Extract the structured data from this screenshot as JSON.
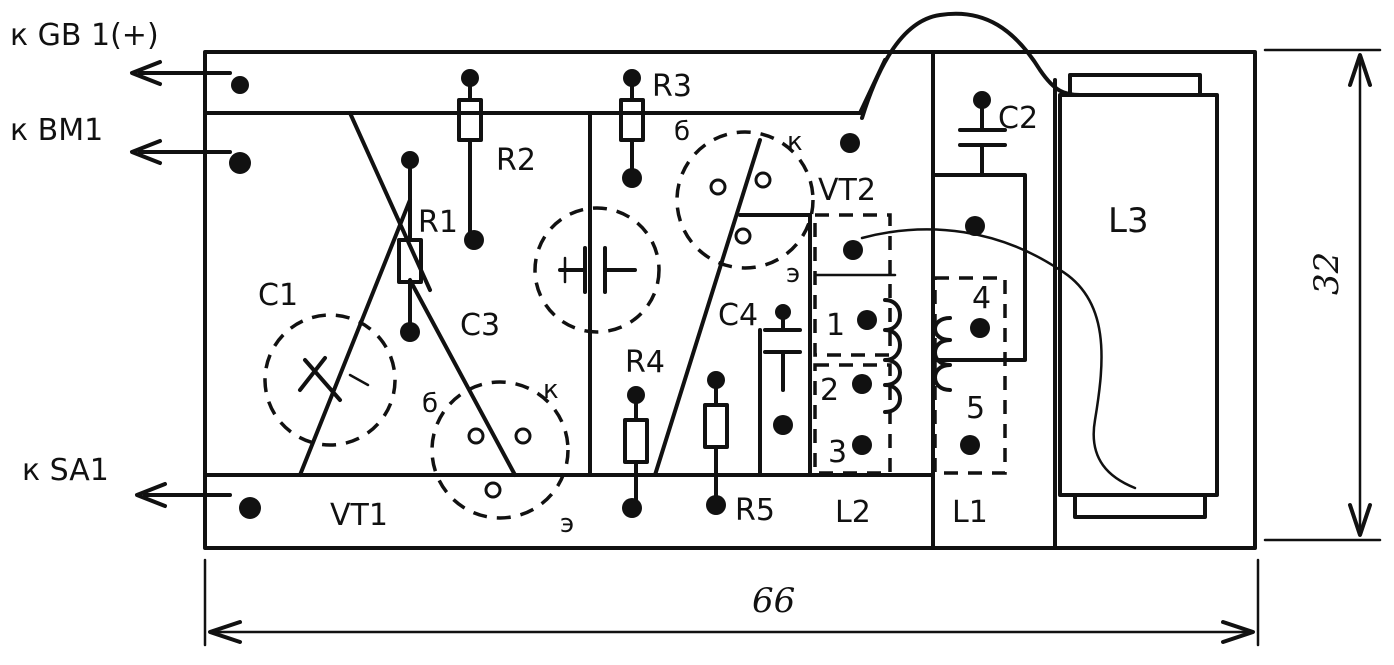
{
  "connections": {
    "gb1": "к GB 1(+)",
    "bm1": "к BM1",
    "sa1": "к SA1"
  },
  "labels": {
    "r1": "R1",
    "r2": "R2",
    "r3": "R3",
    "r4": "R4",
    "r5": "R5",
    "c1": "C1",
    "c2": "C2",
    "c3": "C3",
    "c4": "C4",
    "vt1": "VT1",
    "vt2": "VT2",
    "l1": "L1",
    "l2": "L2",
    "l3": "L3",
    "vt1_base": "б",
    "vt1_collector": "к",
    "vt1_emitter": "э",
    "vt2_base": "б",
    "vt2_collector": "к",
    "vt2_emitter": "э",
    "pin1": "1",
    "pin2": "2",
    "pin3": "3",
    "pin4": "4",
    "pin5": "5"
  },
  "dimensions": {
    "width": "66",
    "height": "32"
  }
}
